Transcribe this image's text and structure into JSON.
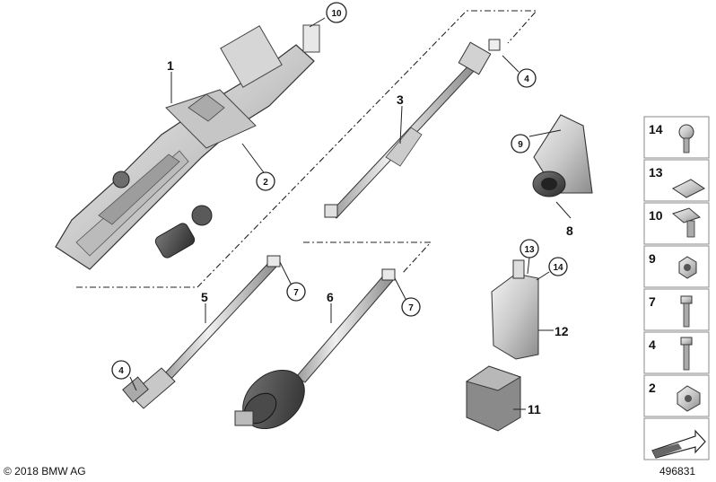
{
  "callouts": {
    "c1": "1",
    "c2": "2",
    "c3": "3",
    "c4a": "4",
    "c4b": "4",
    "c5": "5",
    "c6": "6",
    "c7a": "7",
    "c7b": "7",
    "c8": "8",
    "c9": "9",
    "c10": "10",
    "c11": "11",
    "c12": "12",
    "c13": "13",
    "c14": "14"
  },
  "legend": [
    "14",
    "13",
    "10",
    "9",
    "7",
    "4",
    "2"
  ],
  "footer": {
    "copyright": "© 2018 BMW AG",
    "diagram_number": "496831"
  }
}
